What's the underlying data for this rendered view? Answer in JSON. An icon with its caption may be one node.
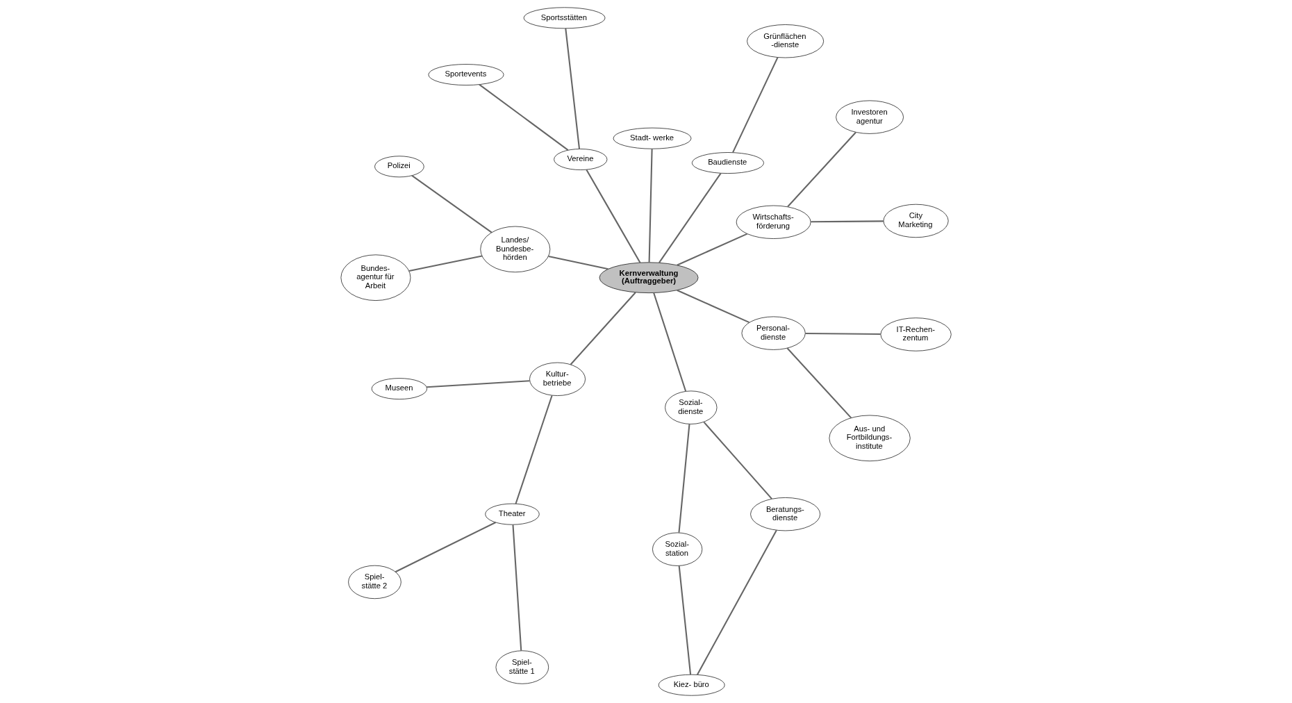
{
  "diagram": {
    "nodes": [
      {
        "text": [
          "City Marketing"
        ]
      },
      {
        "text": [
          "Grünflächen -dienste"
        ]
      },
      {
        "text": [
          "Sportsstätten"
        ]
      },
      {
        "text": [
          "Investoren agentur"
        ]
      },
      {
        "text": [
          "Wirtschafts- förderung"
        ]
      },
      {
        "text": [
          "Baudienste"
        ]
      },
      {
        "text": [
          "Stadt- werke"
        ]
      },
      {
        "text": [
          "Vereine"
        ]
      },
      {
        "text": [
          "Sportevents"
        ]
      },
      {
        "text": [
          "Kernverwaltung (Auftraggeber)"
        ]
      },
      {
        "text": [
          "Polizei"
        ]
      },
      {
        "text": [
          "Landes/ Bundesbe- hörden"
        ]
      },
      {
        "text": [
          "Aus- und Fortbildungs- institute"
        ]
      },
      {
        "text": [
          "Kultur- betriebe"
        ]
      },
      {
        "text": [
          "Sozial- dienste"
        ]
      },
      {
        "text": [
          "Personal- dienste"
        ]
      },
      {
        "text": [
          "Bundes- agentur für Arbeit"
        ]
      },
      {
        "text": [
          "Museen"
        ]
      },
      {
        "text": [
          "Sozial- station"
        ]
      },
      {
        "text": [
          "Beratungs- dienste"
        ]
      },
      {
        "text": [
          "IT-Rechen- zentum"
        ]
      },
      {
        "text": [
          "Theater"
        ]
      },
      {
        "text": [
          "Kiez- büro"
        ]
      },
      {
        "text": [
          "Spiel- stätte 2"
        ]
      },
      {
        "text": [
          "Spiel- stätte 1"
        ]
      }
    ],
    "edges": [
      {
        "from": 9,
        "to": 4,
        "arrow": "none"
      },
      {
        "from": 4,
        "to": 0,
        "arrow": "none"
      },
      {
        "from": 4,
        "to": 3,
        "arrow": "none"
      },
      {
        "from": 9,
        "to": 5,
        "arrow": "none"
      },
      {
        "from": 5,
        "to": 1,
        "arrow": "none"
      },
      {
        "from": 9,
        "to": 7,
        "arrow": "none"
      },
      {
        "from": 7,
        "to": 2,
        "arrow": "none"
      },
      {
        "from": 7,
        "to": 8,
        "arrow": "none"
      },
      {
        "from": 9,
        "to": 6,
        "arrow": "none"
      },
      {
        "from": 9,
        "to": 11,
        "arrow": "none"
      },
      {
        "from": 11,
        "to": 10,
        "arrow": "none"
      },
      {
        "from": 11,
        "to": 16,
        "arrow": "none"
      },
      {
        "from": 9,
        "to": 13,
        "arrow": "none"
      },
      {
        "from": 13,
        "to": 17,
        "arrow": "none"
      },
      {
        "from": 13,
        "to": 21,
        "arrow": "none"
      },
      {
        "from": 21,
        "to": 23,
        "arrow": "none"
      },
      {
        "from": 21,
        "to": 24,
        "arrow": "none"
      },
      {
        "from": 9,
        "to": 14,
        "arrow": "none"
      },
      {
        "from": 14,
        "to": 18,
        "arrow": "none"
      },
      {
        "from": 14,
        "to": 19,
        "arrow": "none"
      },
      {
        "from": 18,
        "to": 22,
        "arrow": "none"
      },
      {
        "from": 19,
        "to": 22,
        "arrow": "none"
      },
      {
        "from": 9,
        "to": 15,
        "arrow": "none"
      },
      {
        "from": 15,
        "to": 12,
        "arrow": "none"
      },
      {
        "from": 15,
        "to": 20,
        "arrow": "none"
      }
    ]
  }
}
